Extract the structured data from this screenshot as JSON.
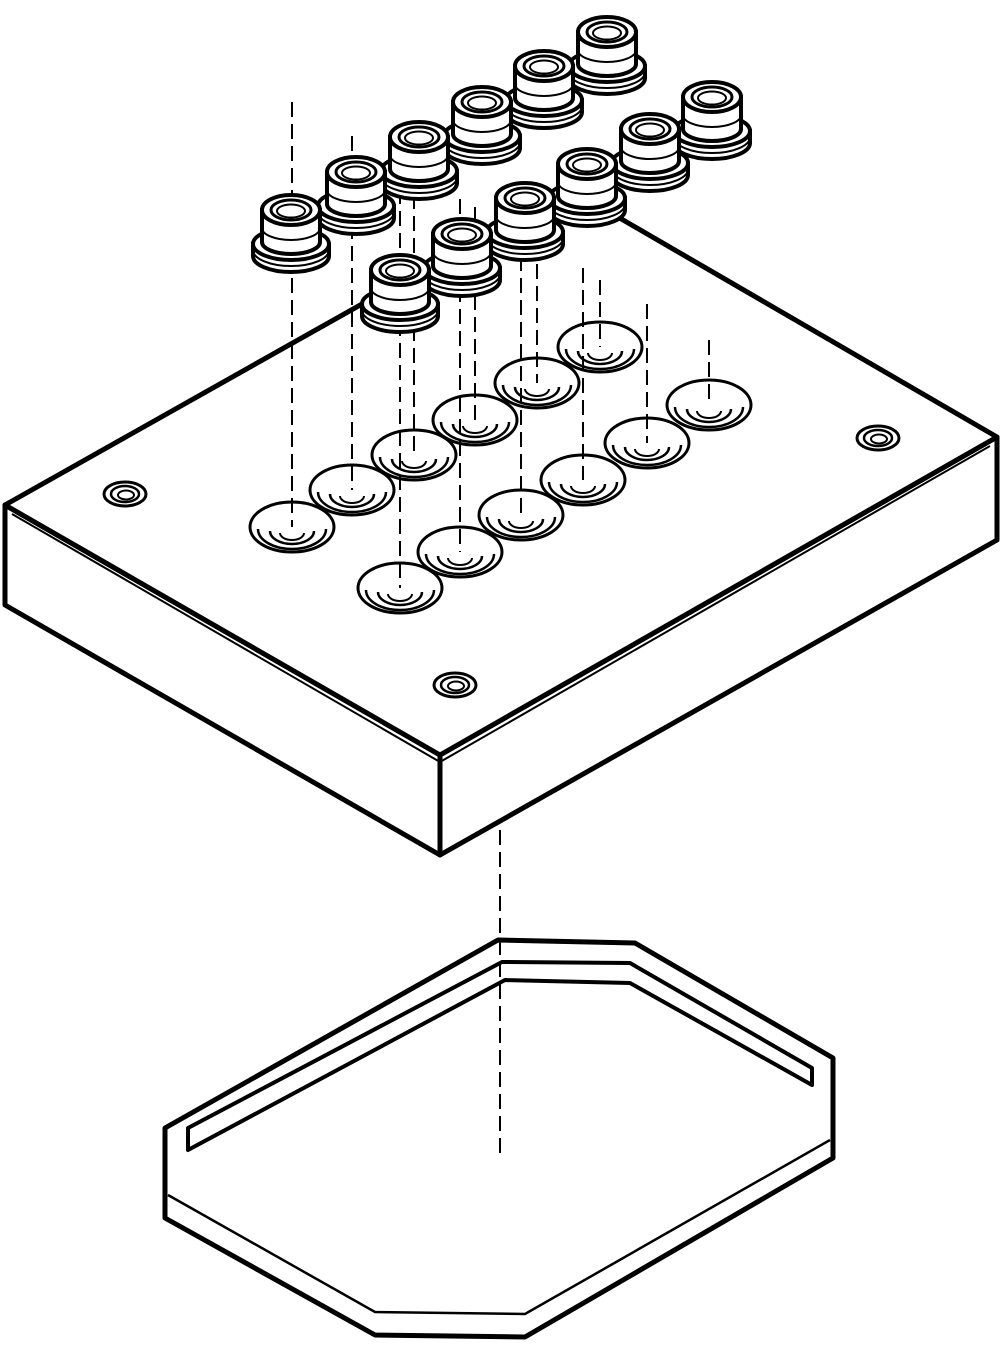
{
  "drawing": {
    "line_color": "#000000",
    "background_color": "#ffffff",
    "parts": [
      "mounting-plate",
      "push-in-fitting",
      "seal-gasket"
    ],
    "fitting_count": 12,
    "port_count": 12,
    "threaded_hole_count": 3
  }
}
